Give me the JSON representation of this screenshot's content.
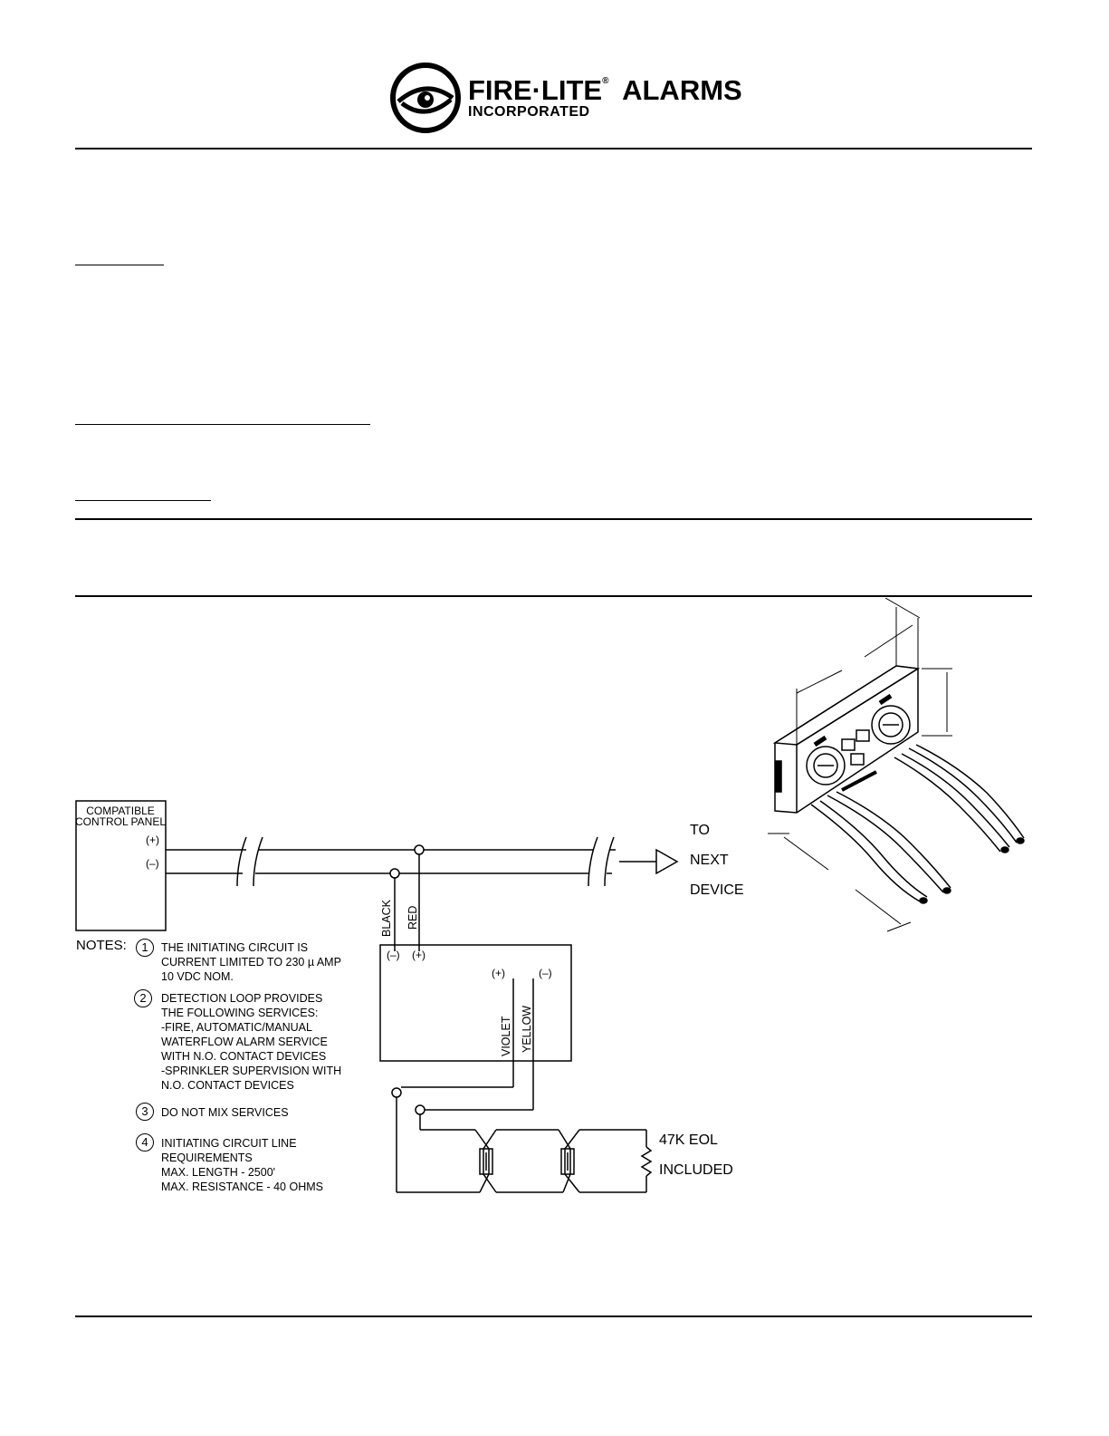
{
  "logo": {
    "brand": "FIRE·LITE",
    "registered": "®",
    "brand_suffix": "ALARMS",
    "subline": "INCORPORATED"
  },
  "diagram": {
    "panel_title_1": "COMPATIBLE",
    "panel_title_2": "CONTROL PANEL",
    "panel_plus": "(+)",
    "panel_minus": "(–)",
    "to_1": "TO",
    "to_2": "NEXT",
    "to_3": "DEVICE",
    "wire_black": "BLACK",
    "wire_red": "RED",
    "module_minus_left": "(–)",
    "module_plus_left": "(+)",
    "module_plus_right": "(+)",
    "module_minus_right": "(–)",
    "wire_violet": "VIOLET",
    "wire_yellow": "YELLOW",
    "eol_1": "47K EOL",
    "eol_2": "INCLUDED"
  },
  "notes": {
    "label": "NOTES:",
    "items": [
      {
        "num": "1",
        "lines": [
          "THE INITIATING CIRCUIT IS",
          "CURRENT LIMITED TO 230 µ AMP",
          "10 VDC NOM."
        ]
      },
      {
        "num": "2",
        "lines": [
          "DETECTION LOOP PROVIDES",
          "THE FOLLOWING  SERVICES:",
          "-FIRE, AUTOMATIC/MANUAL",
          "WATERFLOW ALARM  SERVICE",
          "WITH N.O. CONTACT  DEVICES",
          "-SPRINKLER SUPERVISION  WITH",
          "N.O. CONTACT DEVICES"
        ]
      },
      {
        "num": "3",
        "lines": [
          "DO NOT MIX SERVICES"
        ]
      },
      {
        "num": "4",
        "lines": [
          "INITIATING CIRCUIT LINE",
          "REQUIREMENTS",
          "MAX. LENGTH - 2500'",
          "MAX. RESISTANCE - 40 OHMS"
        ]
      }
    ]
  }
}
